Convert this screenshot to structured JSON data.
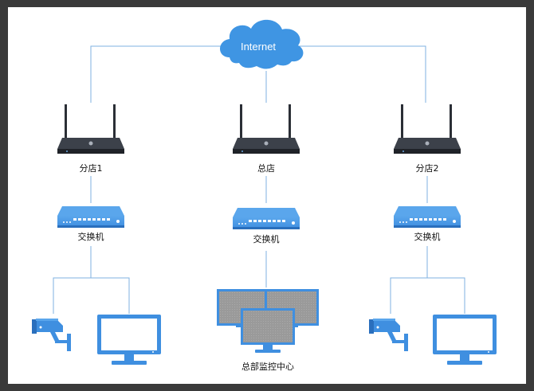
{
  "colors": {
    "line": "#7fb2e0",
    "device_blue": "#3f8fe0",
    "device_blue_dark": "#2a6fbd",
    "router_body": "#2b2f36",
    "monitor_screen": "#9a9a9a",
    "cloud": "#3f95e3"
  },
  "cloud": {
    "label": "Internet",
    "icon": "cloud-icon"
  },
  "branches": [
    {
      "id": "branch1",
      "router_label": "分店1",
      "switch_label": "交换机"
    },
    {
      "id": "hq",
      "router_label": "总店",
      "switch_label": "交换机",
      "monitor_label": "总部监控中心"
    },
    {
      "id": "branch2",
      "router_label": "分店2",
      "switch_label": "交换机"
    }
  ],
  "icons": [
    "router-icon",
    "switch-icon",
    "camera-icon",
    "monitor-icon",
    "video-wall-icon"
  ]
}
